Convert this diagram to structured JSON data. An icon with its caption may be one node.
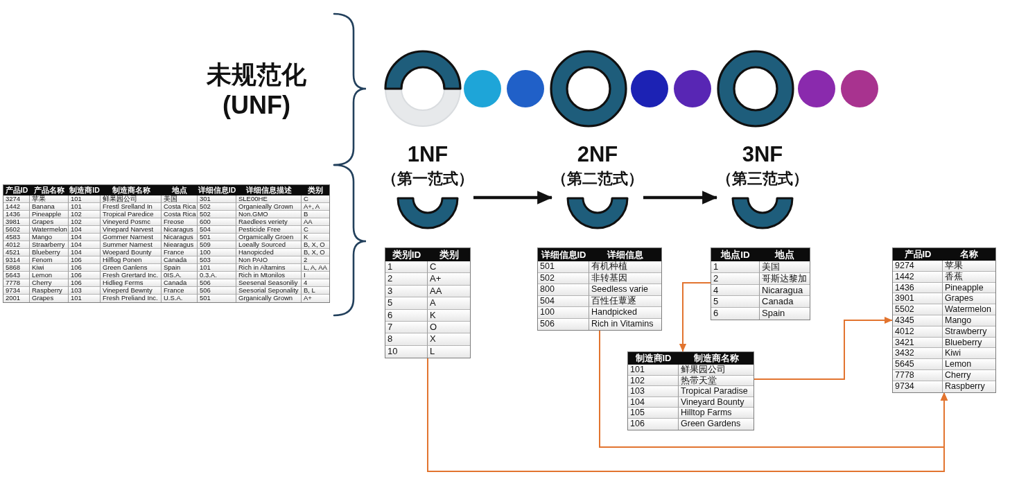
{
  "diagram": {
    "nodes": [
      {
        "text": [
          "产品ID",
          "产品名称",
          "制造商ID",
          "制造商名称",
          "地点",
          "详细信息ID",
          "详细信息描述",
          "类别",
          "3274",
          "苹果",
          "101",
          "鲜果园公司",
          "美国",
          "301",
          "SLE00HE",
          "C",
          "1442",
          "Banana",
          "101",
          "Frestl Srelland In",
          "Costa Rica",
          "502",
          "Organieally Grown",
          "A+, A",
          "1436",
          "Pineapple",
          "102",
          "Tropical Paredice",
          "Costa Rica",
          "502",
          "Non.GMO",
          "B",
          "3981",
          "Grapes",
          "102",
          "Vineyerd Posmc",
          "Freose",
          "600",
          "Raedlees veriety",
          "AA",
          "5602",
          "Watermelon",
          "104",
          "Vinepard Narvest",
          "Nicaragus",
          "504",
          "Pesticide Free",
          "C",
          "4583",
          "Mango",
          "104",
          "Gommer Narnest",
          "Nicaragus",
          "501",
          "Orgamically Groen",
          "K",
          "4012",
          "Straarberry",
          "104",
          "Summer Narnest",
          "Niearagus",
          "509",
          "Loeally Sourced",
          "B, X, O",
          "4521",
          "Blueberry",
          "104",
          "Woepard Bounty",
          "France",
          "100",
          "Hanopicded",
          "B, X, O",
          "9314",
          "Fenom",
          "106",
          "Hilflog Ponen",
          "Canada",
          "503",
          "Non PAIO",
          "2",
          "5868",
          "Kiwi",
          "106",
          "Green Ganlens",
          "Spain",
          "101",
          "Rich in Altamins",
          "L, A, AA",
          "5643",
          "Lemon",
          "106",
          "Fresh Grertard Inc.",
          "0IS.A.",
          "0.3.A.",
          "Rich in Mtonilos",
          "I",
          "7778",
          "Cherry",
          "106",
          "Hidlieg Ferms",
          "Canada",
          "506",
          "Seesenal Seasoniliy",
          "4",
          "9734",
          "Raspberry",
          "103",
          "Vineperd Bewnty",
          "France",
          "506",
          "Seesorial Seponality",
          "B, L",
          "2001",
          "Grapes",
          "101",
          "Fresh Preliand Inc.",
          "U.S.A.",
          "501",
          "Grganically Grown",
          "A+"
        ]
      },
      {
        "text": [
          "1NF",
          "（第一范式）"
        ]
      },
      {
        "text": [
          "2NF",
          "（第二范式）"
        ]
      },
      {
        "text": [
          "3NF",
          "（第三范式）"
        ]
      },
      {
        "text": [
          "类别ID",
          "类别",
          "1",
          "C",
          "2",
          "A+",
          "3",
          "AA",
          "5",
          "A",
          "6",
          "K",
          "7",
          "O",
          "8",
          "X",
          "10",
          "L"
        ]
      },
      {
        "text": [
          "详细信息ID",
          "详细信息",
          "501",
          "有机种植",
          "502",
          "非转基因",
          "800",
          "Seedless varie",
          "504",
          "百性任蕈逐",
          "100",
          "Handpicked",
          "506",
          "Rich in Vitamins"
        ]
      },
      {
        "text": [
          "地点ID",
          "地点",
          "1",
          "美国",
          "2",
          "哥斯达黎加",
          "4",
          "Nicaragua",
          "5",
          "Canada",
          "6",
          "Spain"
        ]
      },
      {
        "text": [
          "制造商ID",
          "制造商名称",
          "101",
          "鲜果园公司",
          "102",
          "热带天堂",
          "103",
          "Tropical Paradise",
          "104",
          "Vineyard Bounty",
          "105",
          "Hilltop Farms",
          "106",
          "Green Gardens"
        ]
      },
      {
        "text": [
          "产品ID",
          "名称",
          "9274",
          "苹果",
          "1442",
          "香蕉",
          "1436",
          "Pineapple",
          "3901",
          "Grapes",
          "5502",
          "Watermelon",
          "4345",
          "Mango",
          "4012",
          "Strawberry",
          "3421",
          "Blueberry",
          "3432",
          "Kiwi",
          "5645",
          "Lemon",
          "7778",
          "Cherry",
          "9734",
          "Raspberry"
        ]
      }
    ],
    "edges": [
      {
        "from": 1,
        "to": 2,
        "arrow": "to",
        "style": "thick",
        "color": "#111111"
      },
      {
        "from": 2,
        "to": 3,
        "arrow": "to",
        "style": "thick",
        "color": "#111111"
      },
      {
        "from": 4,
        "to": 8,
        "arrow": "to"
      },
      {
        "from": 5,
        "to": 8,
        "arrow": "to"
      },
      {
        "from": 6,
        "to": 7,
        "arrow": "to"
      },
      {
        "from": 7,
        "to": 8,
        "arrow": "to"
      }
    ],
    "labels": [
      "未规范化 (UNF)"
    ]
  }
}
